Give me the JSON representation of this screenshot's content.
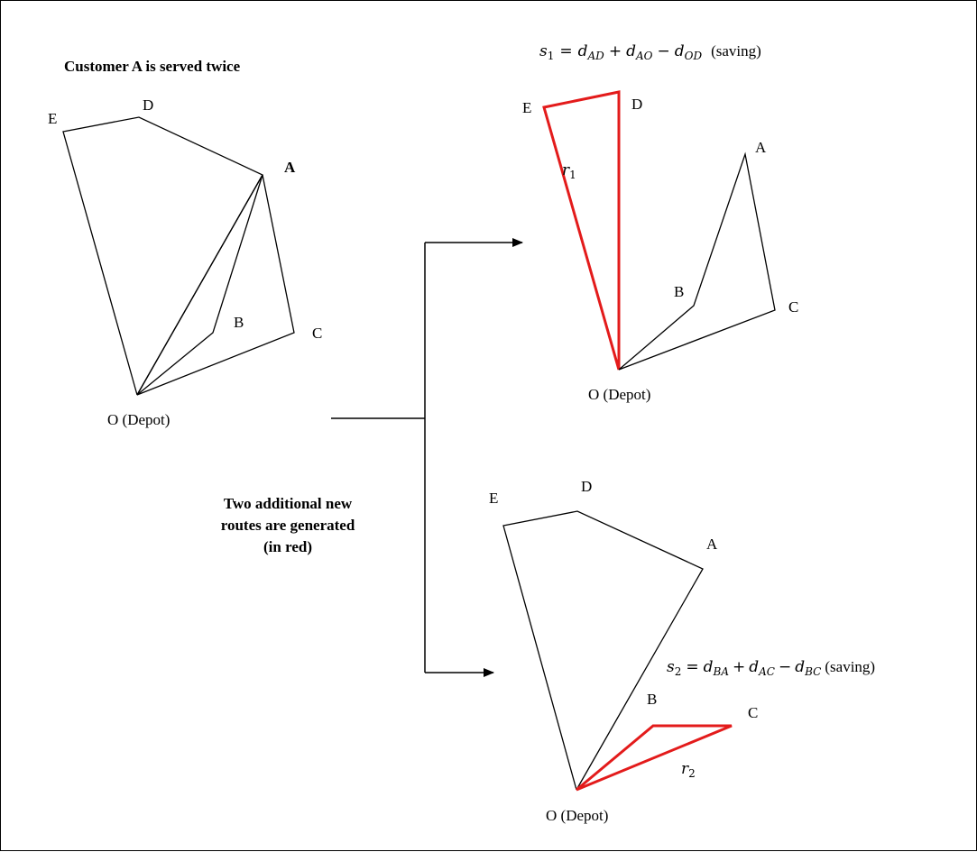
{
  "top_left_caption": "Customer A is served twice",
  "middle_caption": [
    "Two additional new",
    "routes are generated",
    "(in red)"
  ],
  "panels": {
    "original": {
      "labels": {
        "E": "E",
        "D": "D",
        "A": "A",
        "B": "B",
        "C": "C",
        "O": "O (Depot)"
      }
    },
    "top_right": {
      "labels": {
        "E": "E",
        "D": "D",
        "A": "A",
        "B": "B",
        "C": "C",
        "O": "O (Depot)"
      },
      "route_label": {
        "symbol": "r",
        "sub": "1"
      },
      "saving_formula": {
        "lhs_symbol": "s",
        "lhs_sub": "1",
        "t1_sub": "AD",
        "t2_sub": "AO",
        "t3_sub": "OD",
        "d": "d",
        "eq": "=",
        "plus": "+",
        "minus": "−",
        "note": "(saving)"
      }
    },
    "bottom_right": {
      "labels": {
        "E": "E",
        "D": "D",
        "A": "A",
        "B": "B",
        "C": "C",
        "O": "O (Depot)"
      },
      "route_label": {
        "symbol": "r",
        "sub": "2"
      },
      "saving_formula": {
        "lhs_symbol": "s",
        "lhs_sub": "2",
        "t1_sub": "BA",
        "t2_sub": "AC",
        "t3_sub": "BC",
        "d": "d",
        "eq": "=",
        "plus": "+",
        "minus": "−",
        "note": "(saving)"
      }
    }
  },
  "colors": {
    "route_black": "#000000",
    "route_red": "#e31b1b"
  }
}
